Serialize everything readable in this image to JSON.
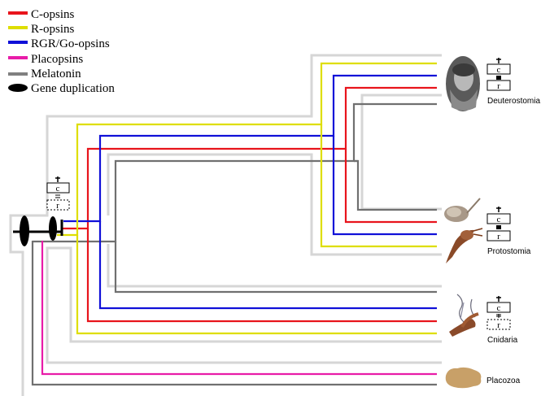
{
  "legend": {
    "items": [
      {
        "label": "C-opsins",
        "color": "#e8141c"
      },
      {
        "label": "R-opsins",
        "color": "#dede00"
      },
      {
        "label": "RGR/Go-opsins",
        "color": "#1010d8"
      },
      {
        "label": "Placopsins",
        "color": "#e81ca8"
      },
      {
        "label": "Melatonin",
        "color": "#808080"
      },
      {
        "label": "Gene duplication",
        "color": "#000000"
      }
    ]
  },
  "taxa": {
    "deuterostomia": "Deuterostomia",
    "protostomia": "Protostomia",
    "cnidaria": "Cnidaria",
    "placozoa": "Placozoa"
  },
  "box_letters": {
    "c": "c",
    "r": "r"
  },
  "colors": {
    "c_opsin": "#e8141c",
    "r_opsin": "#dede00",
    "rgr": "#1010d8",
    "placopsin": "#e81ca8",
    "melatonin": "#707070",
    "tree": "#d6d6d6",
    "duplication": "#000000"
  },
  "icons": {
    "deuterostomia": "human-portrait-icon",
    "protostomia_1": "horseshoe-crab-icon",
    "protostomia_2": "squid-icon",
    "cnidaria": "jellyfish-icon",
    "placozoa": "placozoa-icon"
  }
}
